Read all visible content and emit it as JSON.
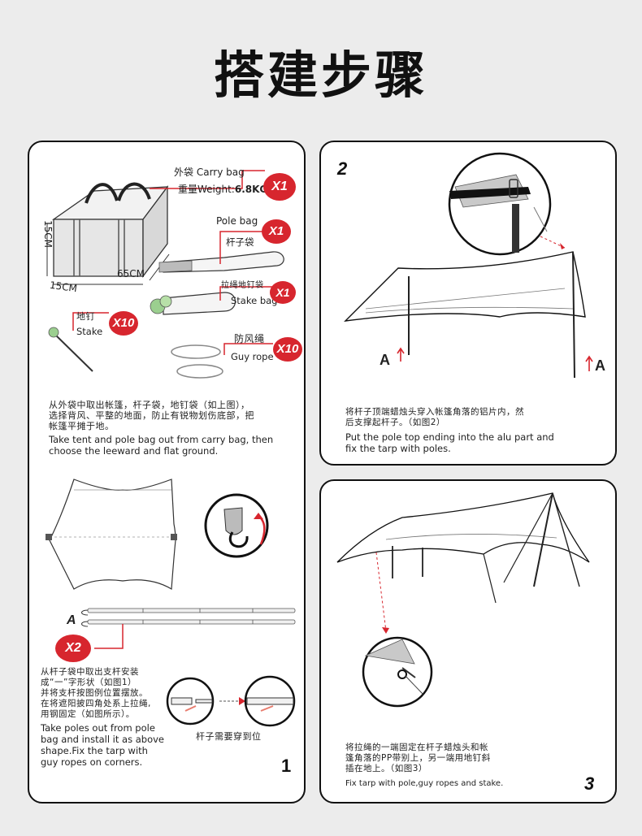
{
  "title": "搭建步骤",
  "step1": {
    "number": "1",
    "carry_bag_zh": "外袋",
    "carry_bag_en": "Carry bag",
    "weight_label": "重量Weight:",
    "weight_value": "6.8KG",
    "carry_bag_qty": "X1",
    "dim_height": "15CM",
    "dim_depth": "15CM",
    "dim_length": "65CM",
    "pole_bag_en": "Pole bag",
    "pole_bag_zh": "杆子袋",
    "pole_bag_qty": "X1",
    "stake_bag_zh": "拉绳地钉袋",
    "stake_bag_en": "Stake bag",
    "stake_bag_qty": "X1",
    "stake_zh": "地钉",
    "stake_en": "Stake",
    "stake_qty": "X10",
    "rope_zh": "防风绳",
    "rope_en": "Guy rope",
    "rope_qty": "X10",
    "desc1_zh": [
      "从外袋中取出帐篷，杆子袋，地钉袋（如上图），",
      "选择背风、平整的地面，防止有锐物划伤底部，把",
      "帐篷平摊于地。"
    ],
    "desc1_en": [
      "Take tent and pole bag out from carry bag, then",
      "choose the leeward and flat ground."
    ],
    "pole_label": "A",
    "pole_qty": "X2",
    "desc2_zh": [
      "从杆子袋中取出支杆安装",
      "成“一”字形状（如图1）",
      "并将支杆按图例位置摆放。",
      "在将遮阳披四角处系上拉绳,",
      "用钢固定（如图所示）。"
    ],
    "desc2_en": [
      "Take poles out from pole",
      "bag and install it as above",
      "shape.Fix the tarp with",
      "guy ropes on corners."
    ],
    "pole_note": "杆子需要穿到位"
  },
  "step2": {
    "number": "2",
    "label_a_left": "A",
    "label_a_right": "A",
    "desc_zh": [
      "将杆子顶端蜡烛头穿入帐篷角落的铝片内，然",
      "后支撑起杆子。（如图2）"
    ],
    "desc_en": [
      "Put the pole top ending into the alu part and",
      "fix the tarp with poles."
    ]
  },
  "step3": {
    "number": "3",
    "desc_zh": [
      "将拉绳的一端固定在杆子蜡烛头和帐",
      "篷角落的PP带别上，另一端用地钉斜",
      "插在地上。（如图3）"
    ],
    "desc_en": "Fix tarp with pole,guy ropes and stake."
  },
  "colors": {
    "accent": "#d7262e",
    "background": "#ececec",
    "ink": "#111111"
  }
}
